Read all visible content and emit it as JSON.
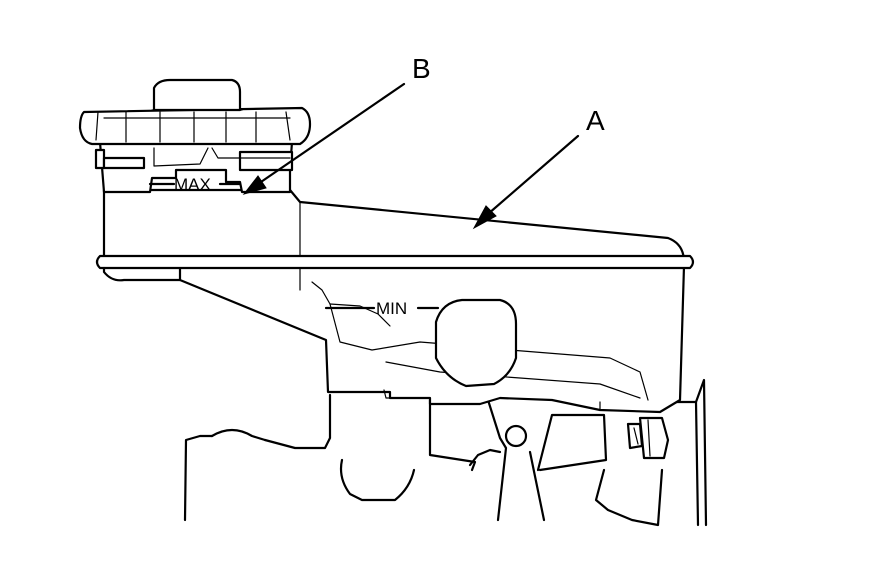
{
  "labels": {
    "callout_a": "A",
    "callout_b": "B",
    "max_mark": "MAX",
    "min_mark": "MIN"
  }
}
